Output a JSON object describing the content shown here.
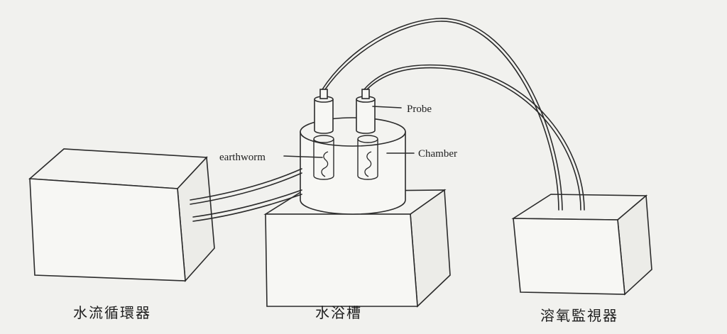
{
  "labels": {
    "probe": "Probe",
    "chamber": "Chamber",
    "earthworm": "earthworm"
  },
  "captions": {
    "circulator": "水流循環器",
    "water_bath": "水浴槽",
    "do_monitor": "溶氧監視器"
  }
}
